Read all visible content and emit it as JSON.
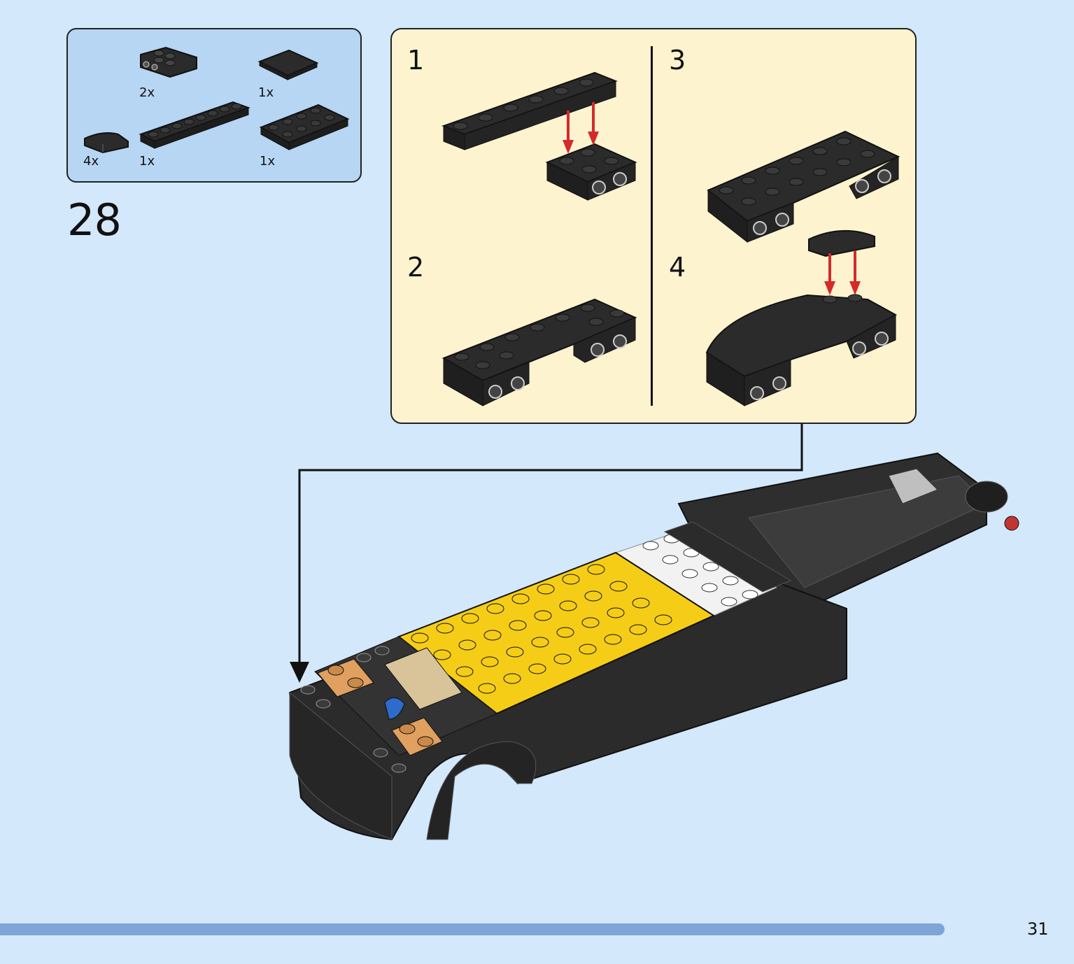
{
  "step": {
    "number": "28"
  },
  "parts_list": {
    "items": [
      {
        "name": "plate-with-studs-on-side",
        "qty": "2x"
      },
      {
        "name": "tile-2x2",
        "qty": "1x"
      },
      {
        "name": "curved-slope-1x2",
        "qty": "4x"
      },
      {
        "name": "plate-1x8",
        "qty": "1x"
      },
      {
        "name": "plate-2x4",
        "qty": "1x"
      }
    ]
  },
  "sub_steps": [
    {
      "label": "1"
    },
    {
      "label": "2"
    },
    {
      "label": "3"
    },
    {
      "label": "4"
    }
  ],
  "footer": {
    "page_number": "31",
    "progress": 0.94
  },
  "colors": {
    "page_background": "#d3e8fb",
    "parts_box": "#b7d6f4",
    "substep_box": "#fdf3cf",
    "brick_black": "#2b2b2b",
    "brick_yellow": "#f5cd17",
    "brick_white": "#f2f2f2",
    "brick_tan": "#d9c49a",
    "brick_orange_trans": "#e0a060",
    "arrow_red": "#d42a2a",
    "progress_bar": "#7ea4d8"
  }
}
